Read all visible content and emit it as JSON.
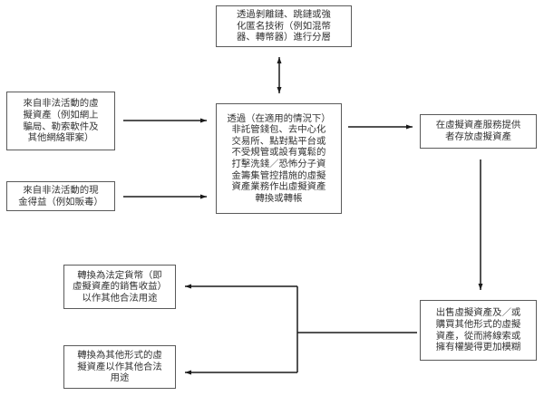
{
  "diagram": {
    "nodes": {
      "layering": {
        "text": "透過剝離鏈、跳鏈或強\n化匿名技術（例如混幣\n器、轉幣器）進行分層"
      },
      "source_virtual": {
        "text": "來自非法活動的虛\n擬資產（例如網上\n騙局、勒索軟件及\n其他網絡罪案）"
      },
      "source_cash": {
        "text": "來自非法活動的現\n金得益（例如販毒）"
      },
      "conversion": {
        "text": "透過（在適用的情況下）\n非託管錢包、去中心化\n交易所、點對點平台或\n不受規管或設有寬鬆的\n打擊洗錢／恐怖分子資\n金籌集管控措施的虛擬\n資產業務作出虛擬資產\n轉換或轉帳"
      },
      "custody": {
        "text": "在虛擬資產服務提供\n者存放虛擬資產"
      },
      "sell_buy": {
        "text": "出售虛擬資產及／或\n購買其他形式的虛擬\n資產，從而將線索或\n擁有權變得更加模糊"
      },
      "fiat": {
        "text": "轉換為法定貨幣（即\n虛擬資產的銷售收益）\n以作其他合法用途"
      },
      "other_va": {
        "text": "轉換為其他形式的虛\n擬資產以作其他合法\n用途"
      }
    },
    "edges": [
      {
        "from": "layering",
        "to": "conversion",
        "type": "bidirectional"
      },
      {
        "from": "source_virtual",
        "to": "conversion",
        "type": "arrow"
      },
      {
        "from": "source_cash",
        "to": "conversion",
        "type": "arrow"
      },
      {
        "from": "conversion",
        "to": "custody",
        "type": "arrow"
      },
      {
        "from": "custody",
        "to": "sell_buy",
        "type": "arrow"
      },
      {
        "from": "sell_buy",
        "to": "fiat",
        "type": "arrow"
      },
      {
        "from": "sell_buy",
        "to": "other_va",
        "type": "arrow"
      }
    ],
    "colors": {
      "line": "#1a1a1a",
      "border": "#5a5a5a",
      "text": "#333333"
    }
  }
}
